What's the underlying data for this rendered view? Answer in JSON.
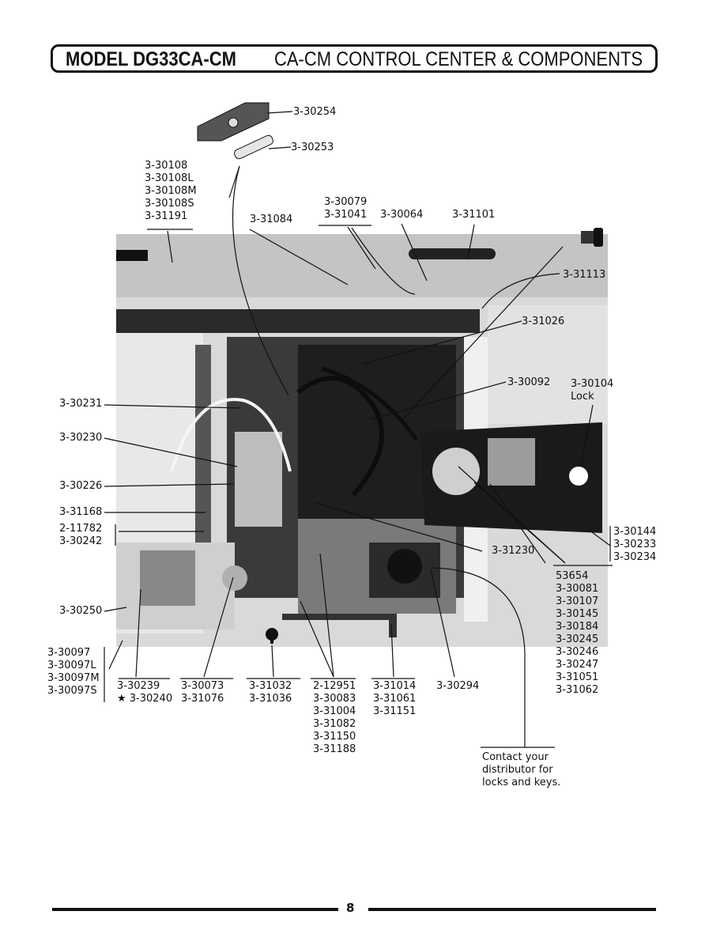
{
  "header": {
    "model": "MODEL DG33CA-CM",
    "title": "CA-CM CONTROL CENTER & COMPONENTS"
  },
  "callouts": {
    "fuse_holder": "3-30254",
    "fuse": "3-30253",
    "group_30108": "3-30108\n3-30108L\n3-30108M\n3-30108S\n3-31191",
    "p31084": "3-31084",
    "group_30079": "3-30079\n3-31041",
    "p30064": "3-30064",
    "p31101": "3-31101",
    "p31113": "3-31113",
    "p31026": "3-31026",
    "p30092": "3-30092",
    "lock": "3-30104\nLock",
    "p30231": "3-30231",
    "p30230": "3-30230",
    "p30226": "3-30226",
    "p31168": "3-31168",
    "group_11782": "2-11782\n3-30242",
    "group_30144": "3-30144\n3-30233\n3-30234",
    "p31230": "3-31230",
    "group_53654": "53654\n3-30081\n3-30107\n3-30145\n3-30184\n3-30245\n3-30246\n3-30247\n3-31051\n3-31062",
    "p30250": "3-30250",
    "group_30097": "3-30097\n3-30097L\n3-30097M\n3-30097S",
    "group_30239": "3-30239\n★ 3-30240",
    "group_30073": "3-30073\n3-31076",
    "group_31032": "3-31032\n3-31036",
    "group_12951": "2-12951\n3-30083\n3-31004\n3-31082\n3-31150\n3-31188",
    "group_31014": "3-31014\n3-31061\n3-31151",
    "p30294": "3-30294",
    "contact_note": "Contact your\ndistributor for\nlocks and keys."
  },
  "footer": {
    "page_number": "8"
  }
}
